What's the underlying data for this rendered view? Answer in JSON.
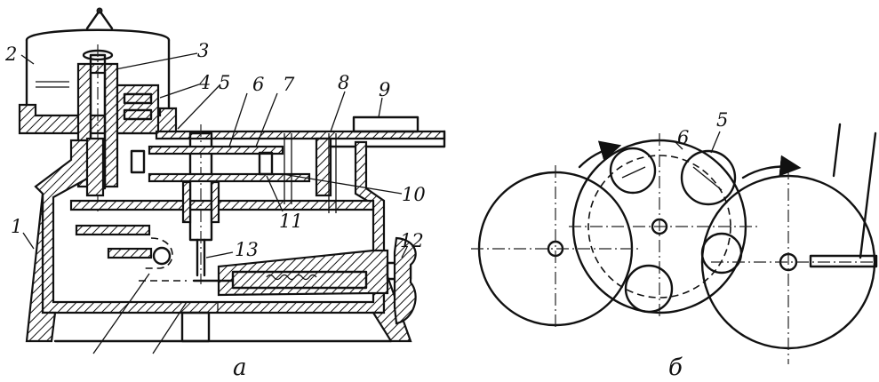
{
  "view_a": {
    "caption": "а",
    "labels": [
      "1",
      "2",
      "3",
      "4",
      "5",
      "6",
      "7",
      "8",
      "9",
      "10",
      "11",
      "12",
      "13"
    ]
  },
  "view_b": {
    "caption": "б",
    "labels": [
      "6",
      "5"
    ]
  }
}
